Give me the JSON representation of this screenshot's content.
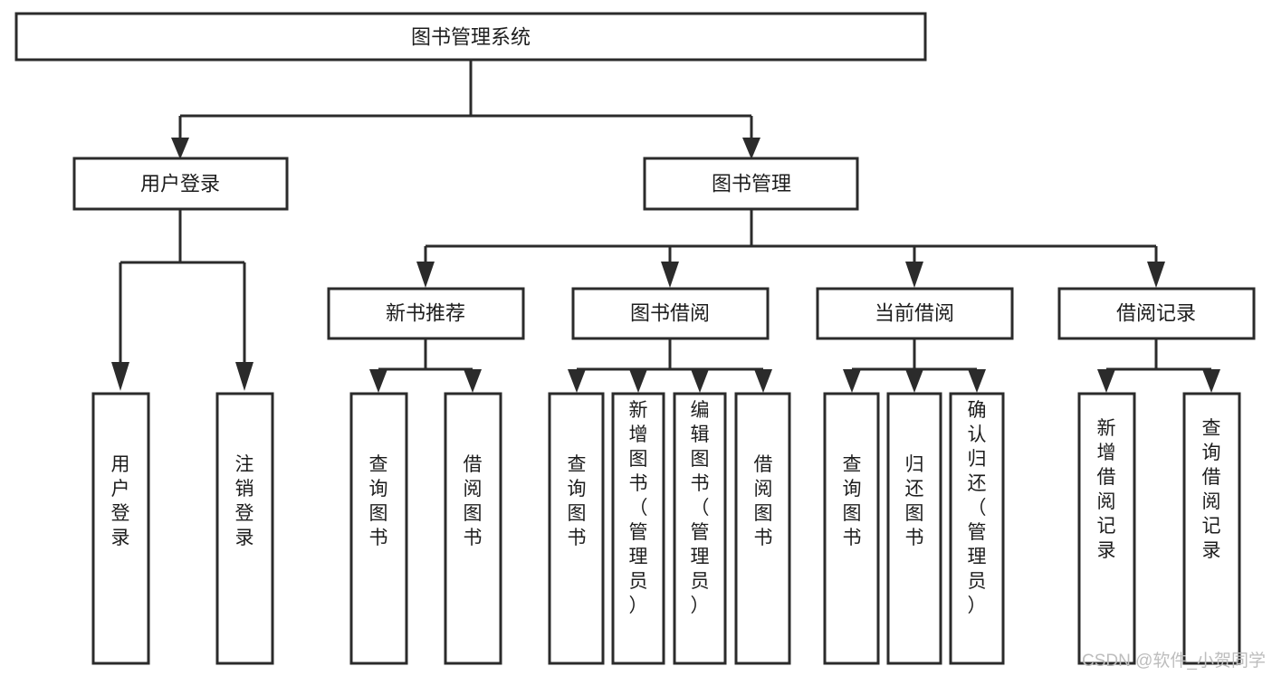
{
  "diagram": {
    "title": "图书管理系统",
    "type": "tree",
    "orientation": "top-down",
    "colors": {
      "background": "#ffffff",
      "box_stroke": "#2b2b2b",
      "box_fill": "#ffffff",
      "text": "#1d1d1d",
      "watermark": "#bdbdbd"
    },
    "root": {
      "label": "图书管理系统"
    },
    "level2": [
      {
        "label": "用户登录"
      },
      {
        "label": "图书管理"
      }
    ],
    "level3": [
      {
        "label": "新书推荐"
      },
      {
        "label": "图书借阅"
      },
      {
        "label": "当前借阅"
      },
      {
        "label": "借阅记录"
      }
    ],
    "leaves": {
      "user_login": [
        {
          "label": "用户登录"
        },
        {
          "label": "注销登录"
        }
      ],
      "new_book_recommend": [
        {
          "label": "查询图书"
        },
        {
          "label": "借阅图书"
        }
      ],
      "book_borrow": [
        {
          "label": "查询图书"
        },
        {
          "label": "新增图书（管理员）"
        },
        {
          "label": "编辑图书（管理员）"
        },
        {
          "label": "借阅图书"
        }
      ],
      "current_borrow": [
        {
          "label": "查询图书"
        },
        {
          "label": "归还图书"
        },
        {
          "label": "确认归还（管理员）"
        }
      ],
      "borrow_record": [
        {
          "label": "新增借阅记录"
        },
        {
          "label": "查询借阅记录"
        }
      ]
    },
    "watermark": "CSDN @软件_小贺同学"
  }
}
